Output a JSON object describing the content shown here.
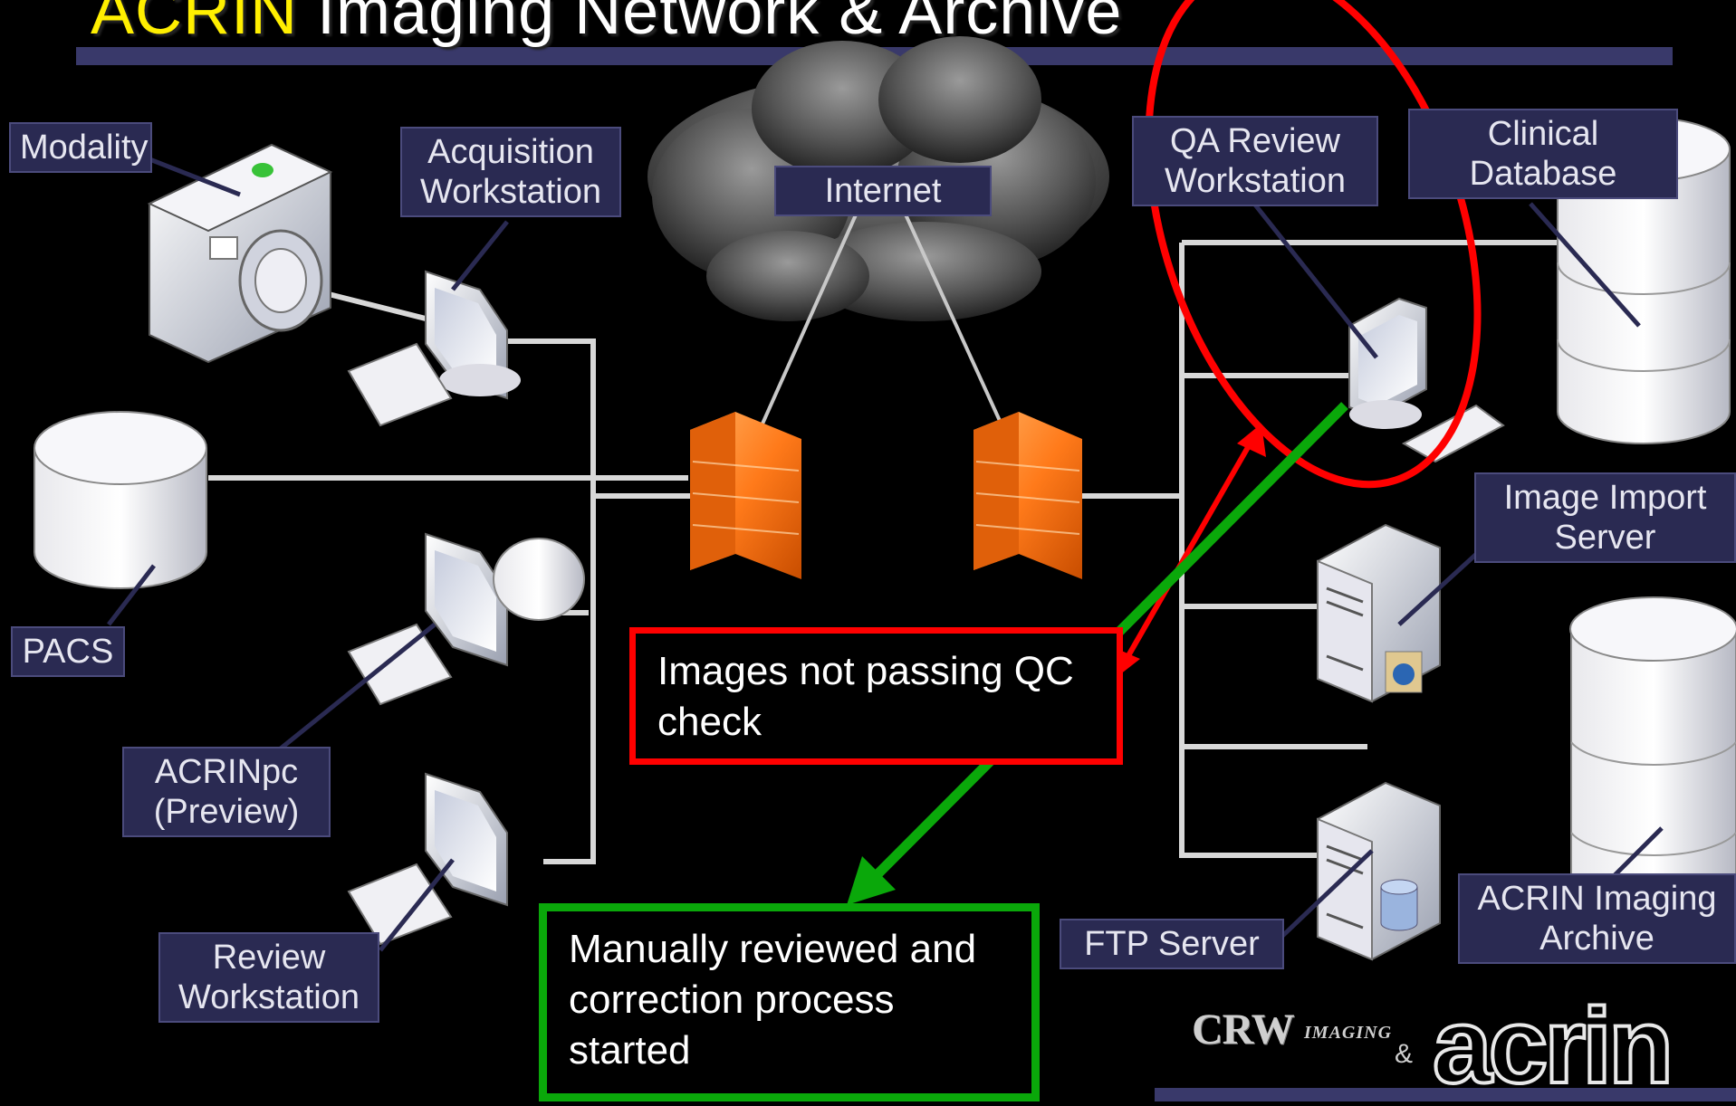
{
  "title": {
    "acronym": "ACRIN",
    "rest": " Imaging Network & Archive"
  },
  "labels": {
    "modality": "Modality",
    "acquisition": "Acquisition\nWorkstation",
    "internet": "Internet",
    "qa_review": "QA Review\nWorkstation",
    "clinical_db": "Clinical\nDatabase",
    "image_import": "Image Import\nServer",
    "pacs": "PACS",
    "acrinpc": "ACRINpc\n(Preview)",
    "review": "Review\nWorkstation",
    "ftp": "FTP Server",
    "archive": "ACRIN Imaging\nArchive"
  },
  "notes": {
    "red": "Images not passing QC check",
    "green": "Manually reviewed and correction process started"
  },
  "logos": {
    "crw_main": "CRW",
    "crw_sub": "IMAGING",
    "amp": "&",
    "acrin": "acrin"
  },
  "colors": {
    "title_accent": "#ffef00",
    "label_bg": "#2a2a52",
    "red": "#ff0000",
    "green": "#0aa80a",
    "firewall": "#ff7a1a"
  }
}
